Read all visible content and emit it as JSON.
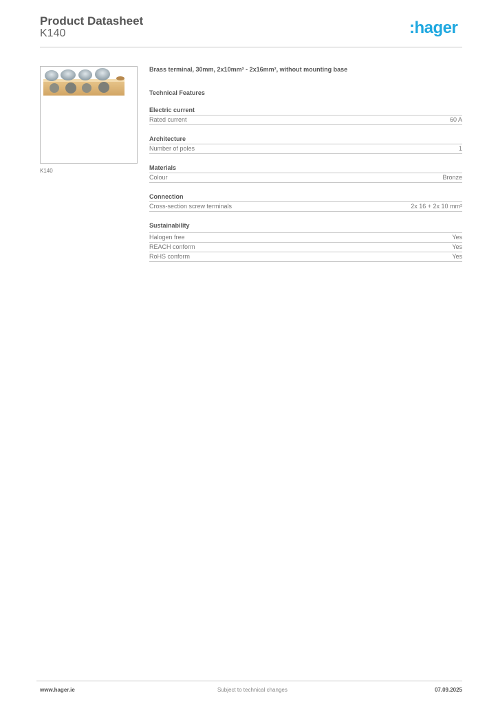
{
  "header": {
    "title": "Product Datasheet",
    "product_code": "K140",
    "logo_text": ":hager",
    "logo_color": "#1fa8e0"
  },
  "product": {
    "image_caption": "K140",
    "image_alt": "brass-terminal-product-photo",
    "description": "Brass terminal, 30mm, 2x10mm² - 2x16mm², without mounting base"
  },
  "technical_features": {
    "title": "Technical Features",
    "sections": [
      {
        "title": "Electric current",
        "rows": [
          {
            "label": "Rated current",
            "value": "60 A"
          }
        ]
      },
      {
        "title": "Architecture",
        "rows": [
          {
            "label": "Number of poles",
            "value": "1"
          }
        ]
      },
      {
        "title": "Materials",
        "rows": [
          {
            "label": "Colour",
            "value": "Bronze"
          }
        ]
      },
      {
        "title": "Connection",
        "rows": [
          {
            "label": "Cross-section screw terminals",
            "value": "2x 16 + 2x 10 mm²"
          }
        ]
      },
      {
        "title": "Sustainability",
        "rows": [
          {
            "label": "Halogen free",
            "value": "Yes"
          },
          {
            "label": "REACH conform",
            "value": "Yes"
          },
          {
            "label": "RoHS conform",
            "value": "Yes"
          }
        ]
      }
    ]
  },
  "footer": {
    "website": "www.hager.ie",
    "notice": "Subject to technical changes",
    "date": "07.09.2025"
  }
}
